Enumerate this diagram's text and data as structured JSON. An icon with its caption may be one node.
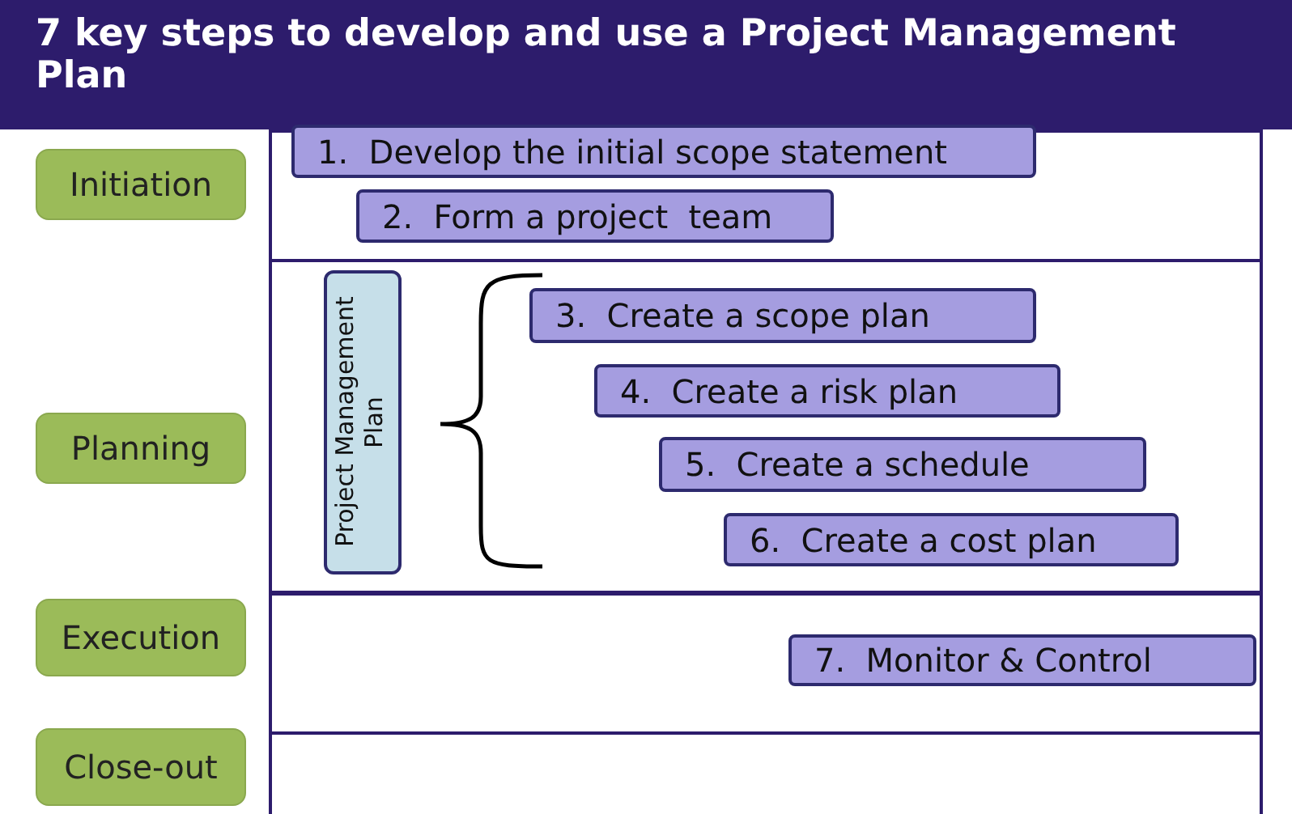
{
  "diagram": {
    "title": "7 key steps to develop and use a Project Management Plan",
    "nodes": [
      {
        "text": [
          "Initiation"
        ]
      },
      {
        "text": [
          "Planning"
        ]
      },
      {
        "text": [
          "Execution"
        ]
      },
      {
        "text": [
          "Close-out"
        ]
      },
      {
        "text": [
          "1.  Develop the initial scope statement"
        ]
      },
      {
        "text": [
          "2.  Form a project  team"
        ]
      },
      {
        "text": [
          "Project Management Plan"
        ]
      },
      {
        "text": [
          "3.  Create a scope plan"
        ]
      },
      {
        "text": [
          "4.  Create a risk plan"
        ]
      },
      {
        "text": [
          "5.  Create a schedule"
        ]
      },
      {
        "text": [
          "6.  Create a cost plan"
        ]
      },
      {
        "text": [
          "7.  Monitor & Control"
        ]
      }
    ]
  }
}
